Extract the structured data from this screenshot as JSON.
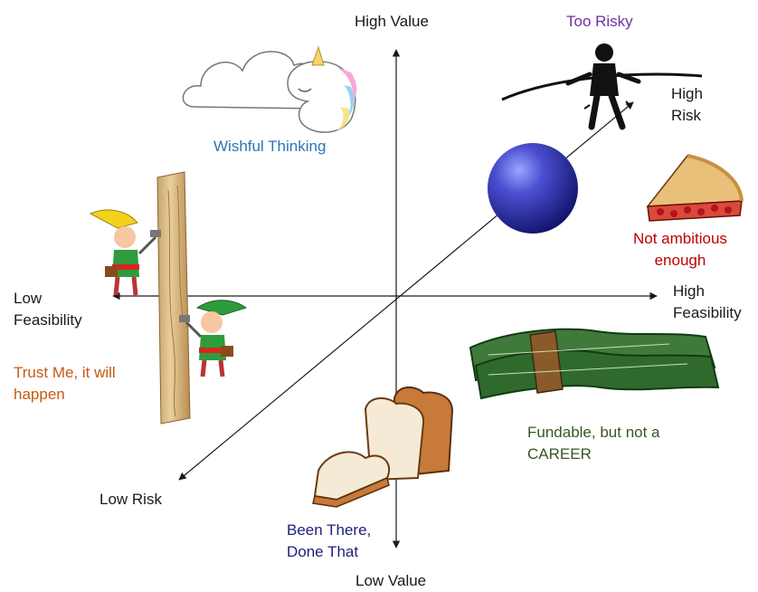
{
  "axes": {
    "y_top": "High Value",
    "y_bottom": "Low Value",
    "x_left": "Low\nFeasibility",
    "x_right": "High\nFeasibility",
    "z_back": "High\nRisk",
    "z_front": "Low Risk"
  },
  "regions": {
    "too_risky": "Too Risky",
    "wishful_thinking": "Wishful Thinking",
    "not_ambitious": "Not ambitious\nenough",
    "trust_me": "Trust Me, it will\nhappen",
    "fundable": "Fundable, but not a\nCAREER",
    "been_there": "Been There,\nDone That"
  },
  "colors": {
    "axis": "#1a1a1a",
    "too_risky": "#7030a0",
    "wishful_thinking": "#2e75b6",
    "not_ambitious": "#c00000",
    "trust_me": "#c55a11",
    "fundable": "#385723",
    "been_there": "#1f1f7a"
  },
  "icons": [
    "tightrope-walker-icon",
    "unicorn-cloud-icon",
    "blue-sphere-icon",
    "cherry-pie-icon",
    "elf-top-icon",
    "elf-bottom-icon",
    "wooden-plank-icon",
    "money-stack-icon",
    "bread-slices-icon"
  ]
}
